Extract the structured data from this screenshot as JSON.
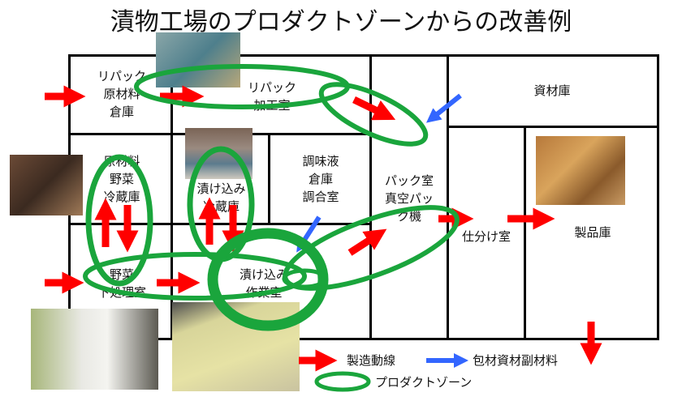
{
  "title": "漬物工場のプロダクトゾーンからの改善例",
  "rooms": {
    "repack_raw": "リパック\n原材料\n倉庫",
    "repack_proc": "リパック\n加工室",
    "materials": "資材庫",
    "raw_veg_cold": "原材料\n野菜\n冷蔵庫",
    "pickle_cold": "漬け込み\n冷蔵庫",
    "seasoning": "調味液\n倉庫\n調合室",
    "pack": "パック室\n真空パッ\nク機",
    "sorting": "仕分け室",
    "product": "製品庫",
    "veg_prep": "野菜\n下処理室",
    "pickle_work": "漬け込み\n作業室"
  },
  "legend": {
    "red": "製造動線",
    "blue": "包材資材副材料",
    "green": "プロダクトゾーン"
  },
  "colors": {
    "flow": "#ff0000",
    "material": "#3366ff",
    "zone": "#1aa53c"
  }
}
